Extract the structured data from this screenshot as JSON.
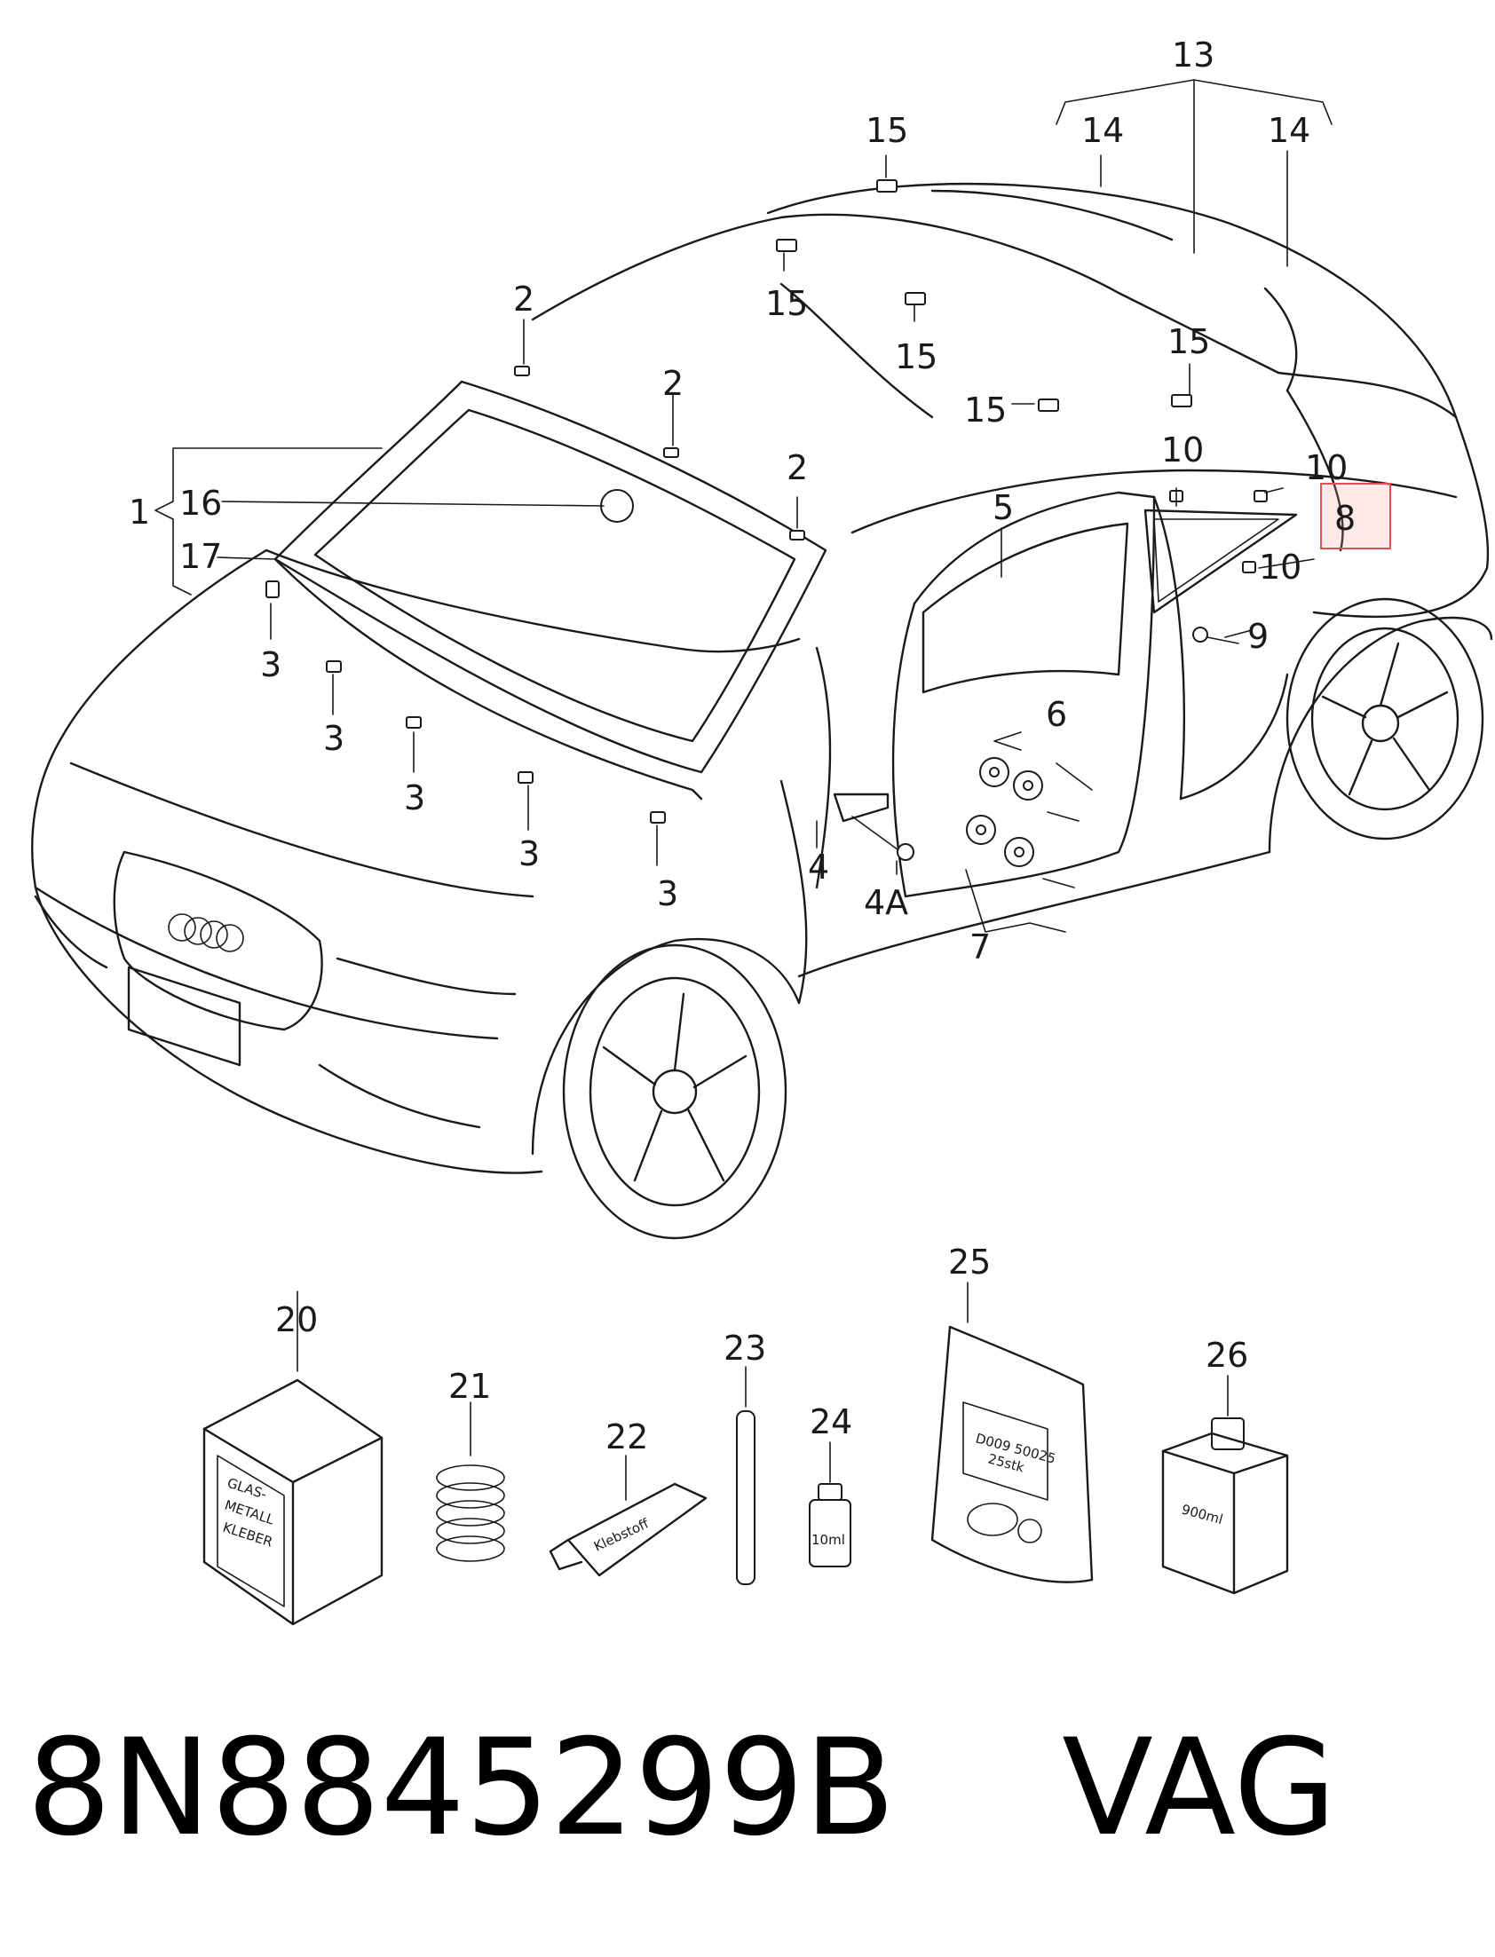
{
  "callouts": {
    "c1": "1",
    "c2a": "2",
    "c2b": "2",
    "c2c": "2",
    "c3a": "3",
    "c3b": "3",
    "c3c": "3",
    "c3d": "3",
    "c3e": "3",
    "c4": "4",
    "c4a": "4A",
    "c5": "5",
    "c6": "6",
    "c7": "7",
    "c8": "8",
    "c9": "9",
    "c10a": "10",
    "c10b": "10",
    "c10c": "10",
    "c13": "13",
    "c14a": "14",
    "c14b": "14",
    "c15a": "15",
    "c15b": "15",
    "c15c": "15",
    "c15d": "15",
    "c15e": "15",
    "c16": "16",
    "c17": "17",
    "c20": "20",
    "c21": "21",
    "c22": "22",
    "c23": "23",
    "c24": "24",
    "c25": "25",
    "c26": "26"
  },
  "kit_labels": {
    "box_20": [
      "GLAS-",
      "METALL",
      "KLEBER"
    ],
    "tube_22": "Klebstoff",
    "bottle_24": "10ml",
    "bag_25": [
      "D009 50025",
      "25stk"
    ],
    "bottle_26": "900ml"
  },
  "footer": {
    "part_number": "8N8845299B",
    "brand": "VAG"
  },
  "highlight_callout": "8",
  "colors": {
    "line": "#1a1a1a",
    "highlight": "#e05050",
    "background": "#ffffff"
  }
}
